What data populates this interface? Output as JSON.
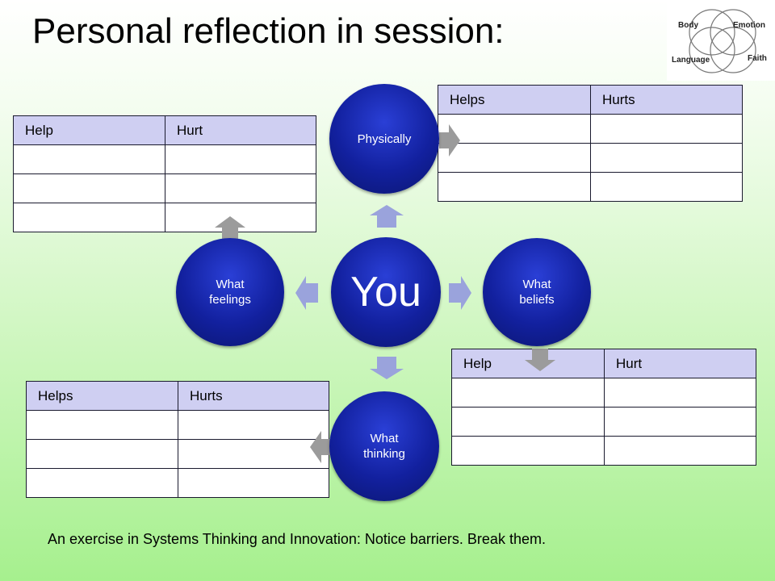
{
  "title": "Personal reflection in session:",
  "venn": {
    "labels": {
      "body": "Body",
      "emotion": "Emotion",
      "language": "Language",
      "faith": "Faith"
    }
  },
  "nodes": {
    "center": "You",
    "top": "Physically",
    "right": "What beliefs",
    "bottom": "What thinking",
    "left": "What feelings"
  },
  "tables": {
    "top_left": {
      "headers": [
        "Help",
        "Hurt"
      ],
      "rows": [
        [
          "",
          ""
        ],
        [
          "",
          ""
        ],
        [
          "",
          ""
        ]
      ]
    },
    "top_right": {
      "headers": [
        "Helps",
        "Hurts"
      ],
      "rows": [
        [
          "",
          ""
        ],
        [
          "",
          ""
        ],
        [
          "",
          ""
        ]
      ]
    },
    "bottom_right": {
      "headers": [
        "Help",
        "Hurt"
      ],
      "rows": [
        [
          "",
          ""
        ],
        [
          "",
          ""
        ],
        [
          "",
          ""
        ]
      ]
    },
    "bottom_left": {
      "headers": [
        "Helps",
        "Hurts"
      ],
      "rows": [
        [
          "",
          ""
        ],
        [
          "",
          ""
        ],
        [
          "",
          ""
        ]
      ]
    }
  },
  "footer": "An exercise in Systems Thinking and Innovation: Notice barriers. Break them.",
  "colors": {
    "node_fill": "#12209e",
    "arrow_blue": "#9aa3dc",
    "arrow_gray": "#9b9b9b",
    "table_header": "#cfcff2"
  }
}
